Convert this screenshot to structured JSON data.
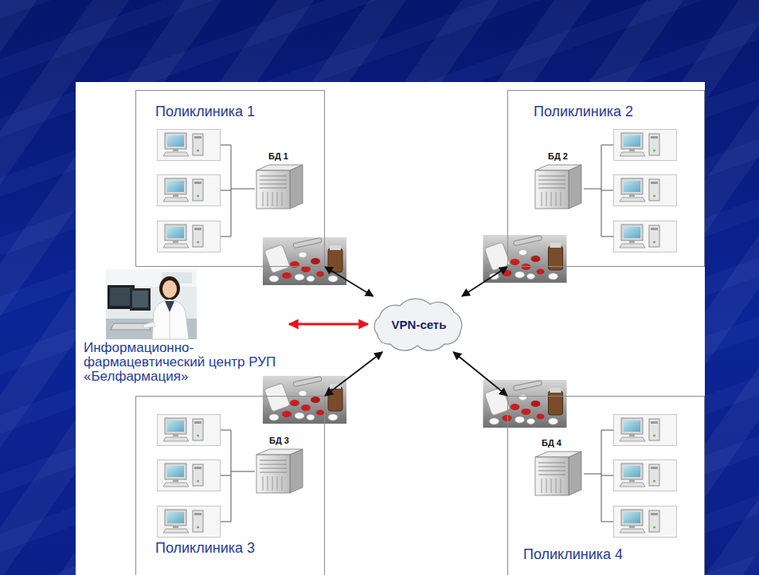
{
  "diagram": {
    "nodes": [
      {
        "text": [
          "Поликлиника 1"
        ]
      },
      {
        "text": [
          "БД 1"
        ],
        "in": 0
      },
      {
        "text": [
          "Поликлиника 2"
        ]
      },
      {
        "text": [
          "БД 2"
        ],
        "in": 2
      },
      {
        "text": [
          "Информационно- фармацевтический центр РУП «Белфармация»"
        ]
      },
      {
        "text": [
          "VPN-сеть"
        ]
      },
      {
        "text": [
          "Поликлиника 3"
        ]
      },
      {
        "text": [
          "БД 3"
        ],
        "in": 6
      },
      {
        "text": [
          "Поликлиника 4"
        ]
      },
      {
        "text": [
          "БД 4"
        ],
        "in": 8
      }
    ],
    "edges": [
      {
        "from": 0,
        "to": 5,
        "arrow": "both"
      },
      {
        "from": 2,
        "to": 5,
        "arrow": "both"
      },
      {
        "from": 6,
        "to": 5,
        "arrow": "both"
      },
      {
        "from": 8,
        "to": 5,
        "arrow": "both"
      },
      {
        "from": 4,
        "to": 5,
        "arrow": "both"
      }
    ]
  }
}
